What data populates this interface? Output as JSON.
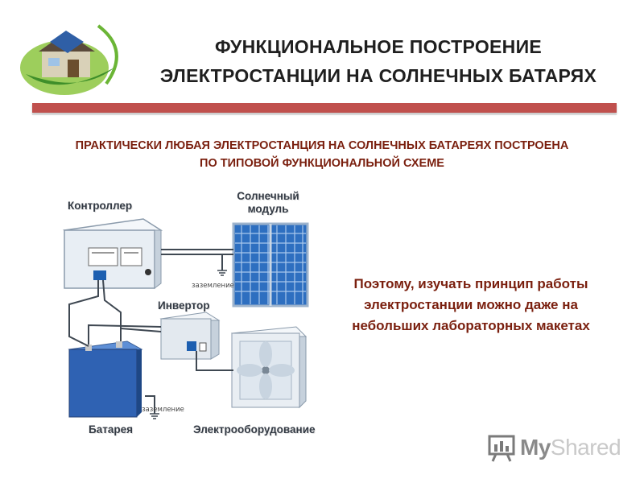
{
  "header": {
    "title_line1": "ФУНКЦИОНАЛЬНОЕ ПОСТРОЕНИЕ",
    "title_line2": "ЭЛЕКТРОСТАНЦИИ НА СОЛНЕЧНЫХ БАТАРЯХ"
  },
  "subtitle": {
    "line1": "ПРАКТИЧЕСКИ ЛЮБАЯ ЭЛЕКТРОСТАНЦИЯ НА СОЛНЕЧНЫХ БАТАРЕЯХ ПОСТРОЕНА",
    "line2": "ПО ТИПОВОЙ ФУНКЦИОНАЛЬНОЙ СХЕМЕ"
  },
  "diagram": {
    "controller": "Контроллер",
    "solar_module_line1": "Солнечный",
    "solar_module_line2": "модуль",
    "grounding_top": "заземление",
    "inverter": "Инвертор",
    "battery": "Батарея",
    "grounding_bottom": "заземление",
    "equipment": "Электрооборудование"
  },
  "side_text": {
    "line1": "Поэтому, изучать принцип работы",
    "line2": "электростанции  можно даже на",
    "line3": "небольших лабораторных макетах"
  },
  "watermark": {
    "brand_dark": "My",
    "brand_light": "Shared"
  },
  "colors": {
    "accent_rule": "#c0504d",
    "body_text": "#7a1f0e"
  }
}
